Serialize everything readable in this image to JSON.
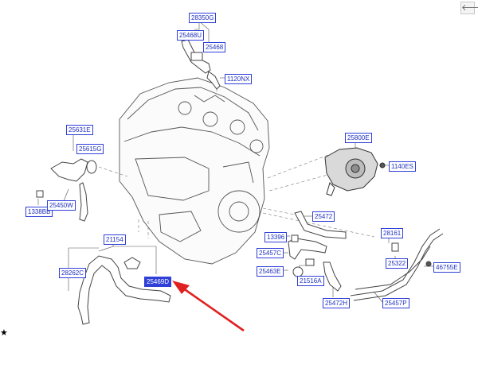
{
  "toolbar": {
    "back_icon": "left-arrow-icon",
    "back_glyph": "🡐"
  },
  "marker": {
    "icon": "star-icon",
    "glyph": "★"
  },
  "colors": {
    "label_border": "#2f3fd8",
    "label_text": "#1f2fbf",
    "highlight_bg": "#2f3fd8",
    "pointer_arrow": "#e02020",
    "line_art": "#555555"
  },
  "callouts": [
    {
      "id": "c28350g",
      "text": "28350G"
    },
    {
      "id": "c25468u",
      "text": "25468U"
    },
    {
      "id": "c25468",
      "text": "25468"
    },
    {
      "id": "c1120nx",
      "text": "1120NX"
    },
    {
      "id": "c25631e",
      "text": "25631E"
    },
    {
      "id": "c25615g",
      "text": "25615G"
    },
    {
      "id": "c1338bb",
      "text": "1338BB"
    },
    {
      "id": "c25450w",
      "text": "25450W"
    },
    {
      "id": "c25800e",
      "text": "25800E"
    },
    {
      "id": "c1140es",
      "text": "1140ES"
    },
    {
      "id": "c25472",
      "text": "25472"
    },
    {
      "id": "c13396",
      "text": "13396"
    },
    {
      "id": "c25457c",
      "text": "25457C"
    },
    {
      "id": "c25463e",
      "text": "25463E"
    },
    {
      "id": "c21516a",
      "text": "21516A"
    },
    {
      "id": "c25472h",
      "text": "25472H"
    },
    {
      "id": "c28161",
      "text": "28161"
    },
    {
      "id": "c25322",
      "text": "25322"
    },
    {
      "id": "c46755e",
      "text": "46755E"
    },
    {
      "id": "c25457p",
      "text": "25457P"
    },
    {
      "id": "c21154",
      "text": "21154"
    },
    {
      "id": "c28262c",
      "text": "28262C"
    },
    {
      "id": "c25469d",
      "text": "25469D",
      "highlighted": true
    }
  ]
}
